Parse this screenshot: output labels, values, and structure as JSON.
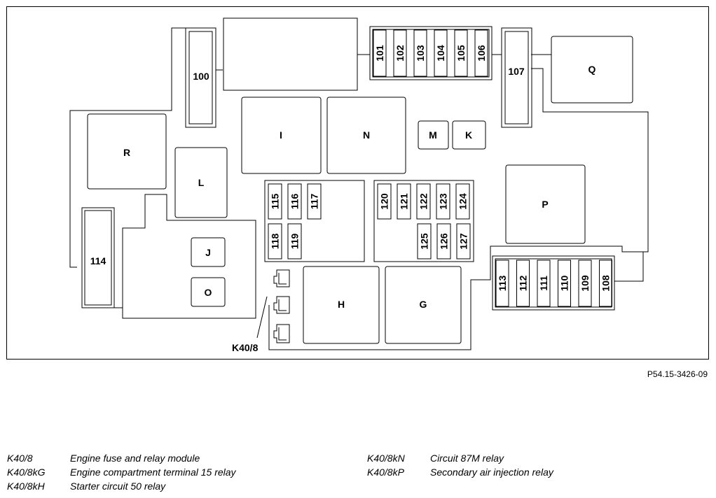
{
  "module_label": "K40/8",
  "figure_id": "P54.15-3426-09",
  "relays": {
    "R": "R",
    "L": "L",
    "J": "J",
    "O": "O",
    "I": "I",
    "N": "N",
    "M": "M",
    "K": "K",
    "Q": "Q",
    "P": "P",
    "H": "H",
    "G": "G"
  },
  "large_fuses": {
    "f100": "100",
    "f107": "107",
    "f114": "114"
  },
  "fuses_top": [
    "101",
    "102",
    "103",
    "104",
    "105",
    "106"
  ],
  "fuses_mid_left_top": [
    "115",
    "116",
    "117"
  ],
  "fuses_mid_left_bottom": [
    "118",
    "119"
  ],
  "fuses_mid_right_top": [
    "120",
    "121",
    "122",
    "123",
    "124"
  ],
  "fuses_mid_right_bottom": [
    "125",
    "126",
    "127"
  ],
  "fuses_right_bottom": [
    "113",
    "112",
    "111",
    "110",
    "109",
    "108"
  ],
  "legend_left": [
    {
      "code": "K40/8",
      "desc": "Engine fuse and relay module"
    },
    {
      "code": "K40/8kG",
      "desc": "Engine compartment terminal 15 relay"
    },
    {
      "code": "K40/8kH",
      "desc": "Starter circuit 50 relay"
    }
  ],
  "legend_right": [
    {
      "code": "K40/8kN",
      "desc": "Circuit 87M relay"
    },
    {
      "code": "K40/8kP",
      "desc": "Secondary air injection relay"
    }
  ]
}
